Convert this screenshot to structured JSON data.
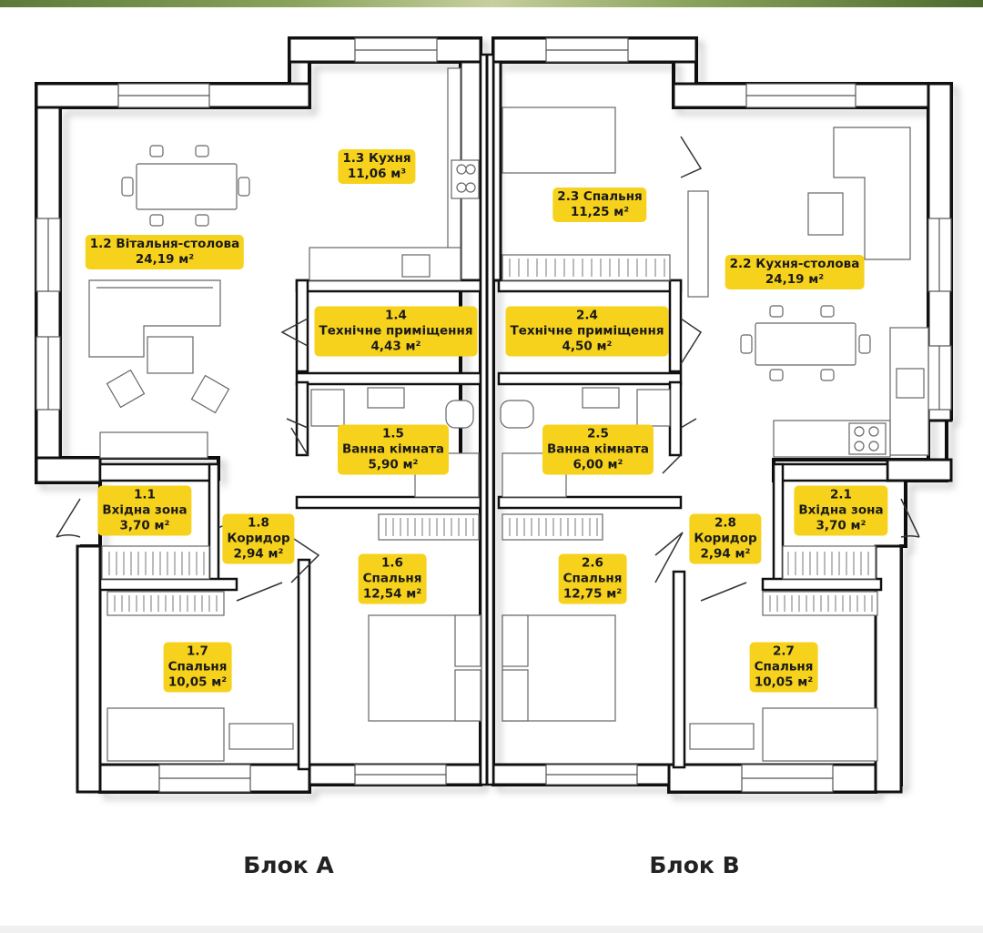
{
  "rooms": [
    {
      "id": "1.1",
      "name": "Вхідна зона",
      "area": "3,70 м²"
    },
    {
      "id": "1.2",
      "name": "Вітальня-столова",
      "area": "24,19 м²"
    },
    {
      "id": "1.3",
      "name": "Кухня",
      "area": "11,06 м³"
    },
    {
      "id": "1.4",
      "name": "Технічне приміщення",
      "area": "4,43 м²"
    },
    {
      "id": "1.5",
      "name": "Ванна кімната",
      "area": "5,90 м²"
    },
    {
      "id": "1.6",
      "name": "Спальня",
      "area": "12,54 м²"
    },
    {
      "id": "1.7",
      "name": "Спальня",
      "area": "10,05 м²"
    },
    {
      "id": "1.8",
      "name": "Коридор",
      "area": "2,94 м²"
    },
    {
      "id": "2.1",
      "name": "Вхідна зона",
      "area": "3,70 м²"
    },
    {
      "id": "2.2",
      "name": "Кухня-столова",
      "area": "24,19 м²"
    },
    {
      "id": "2.3",
      "name": "Спальня",
      "area": "11,25 м²"
    },
    {
      "id": "2.4",
      "name": "Технічне приміщення",
      "area": "4,50 м²"
    },
    {
      "id": "2.5",
      "name": "Ванна кімната",
      "area": "6,00 м²"
    },
    {
      "id": "2.6",
      "name": "Спальня",
      "area": "12,75 м²"
    },
    {
      "id": "2.7",
      "name": "Спальня",
      "area": "10,05 м²"
    },
    {
      "id": "2.8",
      "name": "Коридор",
      "area": "2,94 м²"
    }
  ],
  "blocks": {
    "a": "Блок А",
    "b": "Блок В"
  }
}
